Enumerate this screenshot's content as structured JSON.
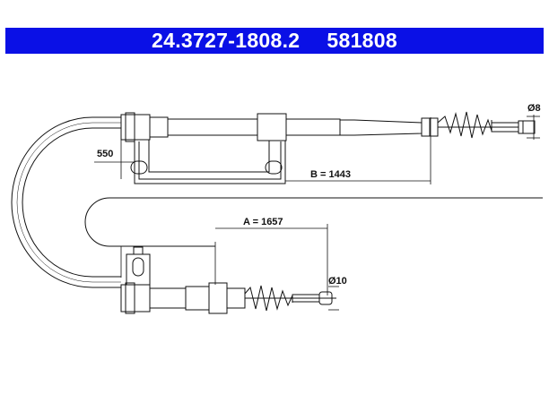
{
  "header": {
    "part_number": "24.3727-1808.2",
    "ref_number": "581808",
    "background_color": "#0a10e6",
    "text_color": "#ffffff"
  },
  "dimensions": {
    "length_a": "A = 1657",
    "length_b": "B = 1443",
    "offset": "550",
    "diameter_top": "Ø8",
    "diameter_bottom": "Ø10"
  }
}
